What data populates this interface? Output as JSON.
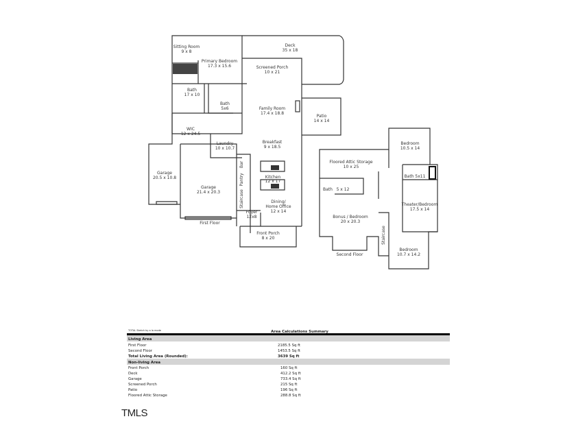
{
  "first_floor": {
    "label": "First Floor",
    "rooms": [
      {
        "name": "Sitting Room",
        "dim": "9 x 8"
      },
      {
        "name": "Primary Bedroom",
        "dim": "17.3 x 15.6"
      },
      {
        "name": "Deck",
        "dim": "35 x 18"
      },
      {
        "name": "Screened Porch",
        "dim": "10 x 21"
      },
      {
        "name": "Bath",
        "dim": "17 x 10"
      },
      {
        "name": "Bath",
        "dim": "5x6"
      },
      {
        "name": "Family Room",
        "dim": "17.4 x 18.8"
      },
      {
        "name": "Patio",
        "dim": "14 x 14"
      },
      {
        "name": "WIC",
        "dim": "12 x 24.5"
      },
      {
        "name": "Laundry",
        "dim": "10 x 10.7"
      },
      {
        "name": "Breakfast",
        "dim": "9 x 18.5"
      },
      {
        "name": "Garage",
        "dim": "20.5 x 10.8"
      },
      {
        "name": "Garage",
        "dim": "21.4 x 20.3"
      },
      {
        "name": "Kitchen",
        "dim": "12 x 17"
      },
      {
        "name": "Dining/",
        "dim": "Home Office",
        "dim2": "12 x 14"
      },
      {
        "name": "Foyer",
        "dim": "12x8"
      },
      {
        "name": "Front Porch",
        "dim": "8 x 20"
      }
    ],
    "small": {
      "bar": "Bar",
      "pantry": "Pantry",
      "staircase": "Staircase"
    }
  },
  "second_floor": {
    "label": "Second Floor",
    "rooms": [
      {
        "name": "Bedroom",
        "dim": "10.5 x 14"
      },
      {
        "name": "Floored Attic Storage",
        "dim": "10 x 25"
      },
      {
        "name": "Bath",
        "dim": "5 x 12"
      },
      {
        "name": "Bath 5x11",
        "dim": ""
      },
      {
        "name": "Theater/Bedroom",
        "dim": "17.5 x 14"
      },
      {
        "name": "Bonus / Bedroom",
        "dim": "20 x 20.3"
      },
      {
        "name": "Bedroom",
        "dim": "10.7 x 14.2"
      }
    ],
    "staircase": "Staircase"
  },
  "summary": {
    "credit": "TOTAL Sketch by a la mode",
    "title": "Area Calculations Summary",
    "living_header": "Living Area",
    "living": [
      {
        "label": "First Floor",
        "value": "2185.5 Sq ft"
      },
      {
        "label": "Second Floor",
        "value": "1453.5 Sq ft"
      }
    ],
    "total": {
      "label": "Total Living Area (Rounded):",
      "value": "3639 Sq ft"
    },
    "nonliving_header": "Non-living Area",
    "nonliving": [
      {
        "label": "Front Porch",
        "value": "160 Sq ft"
      },
      {
        "label": "Deck",
        "value": "412.2 Sq ft"
      },
      {
        "label": "Garage",
        "value": "733.4 Sq ft"
      },
      {
        "label": "Screened Porch",
        "value": "215 Sq ft"
      },
      {
        "label": "Patio",
        "value": "196 Sq ft"
      },
      {
        "label": "Floored Attic Storage",
        "value": "288.8 Sq ft"
      }
    ]
  },
  "logo": "TMLS"
}
